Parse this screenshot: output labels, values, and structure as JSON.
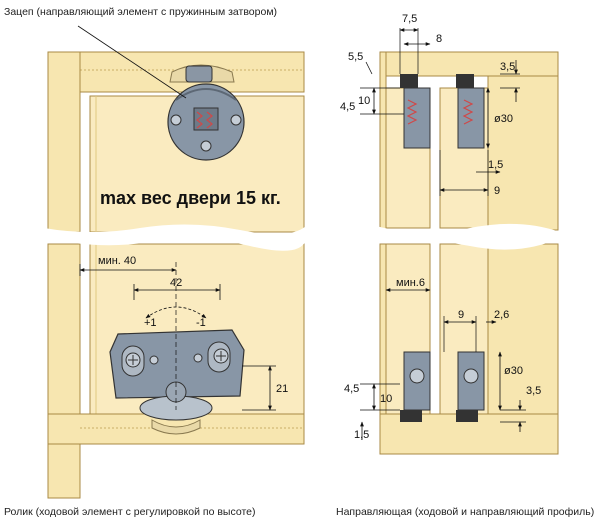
{
  "labels": {
    "top_left_caption": "Зацеп (направляющий элемент с пружинным затвором)",
    "weight_note": "max вес двери 15 кг.",
    "bottom_left_caption": "Ролик (ходовой элемент с регулировкой по высоте)",
    "bottom_right_caption": "Направляющая (ходовой и направляющий профиль)"
  },
  "left_dims": {
    "min40": "мин. 40",
    "d42": "42",
    "plus1": "+1",
    "minus1": "-1",
    "d21": "21"
  },
  "right_top_dims": {
    "d7_5": "7,5",
    "d8": "8",
    "d5_5": "5,5",
    "d3_5": "3,5",
    "d4_5": "4,5",
    "d10": "10",
    "d30": "ø30",
    "d1_5": "1,5",
    "d9": "9"
  },
  "right_bottom_dims": {
    "min6": "мин.6",
    "d9": "9",
    "d2_6": "2,6",
    "d30": "ø30",
    "d4_5": "4,5",
    "d10": "10",
    "d3_5": "3,5",
    "d1_5": "1,5"
  },
  "colors": {
    "wood": "#F7E6B0",
    "wood_dark": "#E8CF88",
    "wood_edge": "#A88A45",
    "metal": "#7E8C9C",
    "metal_light": "#B8C2CC",
    "dim_line": "#111111"
  }
}
